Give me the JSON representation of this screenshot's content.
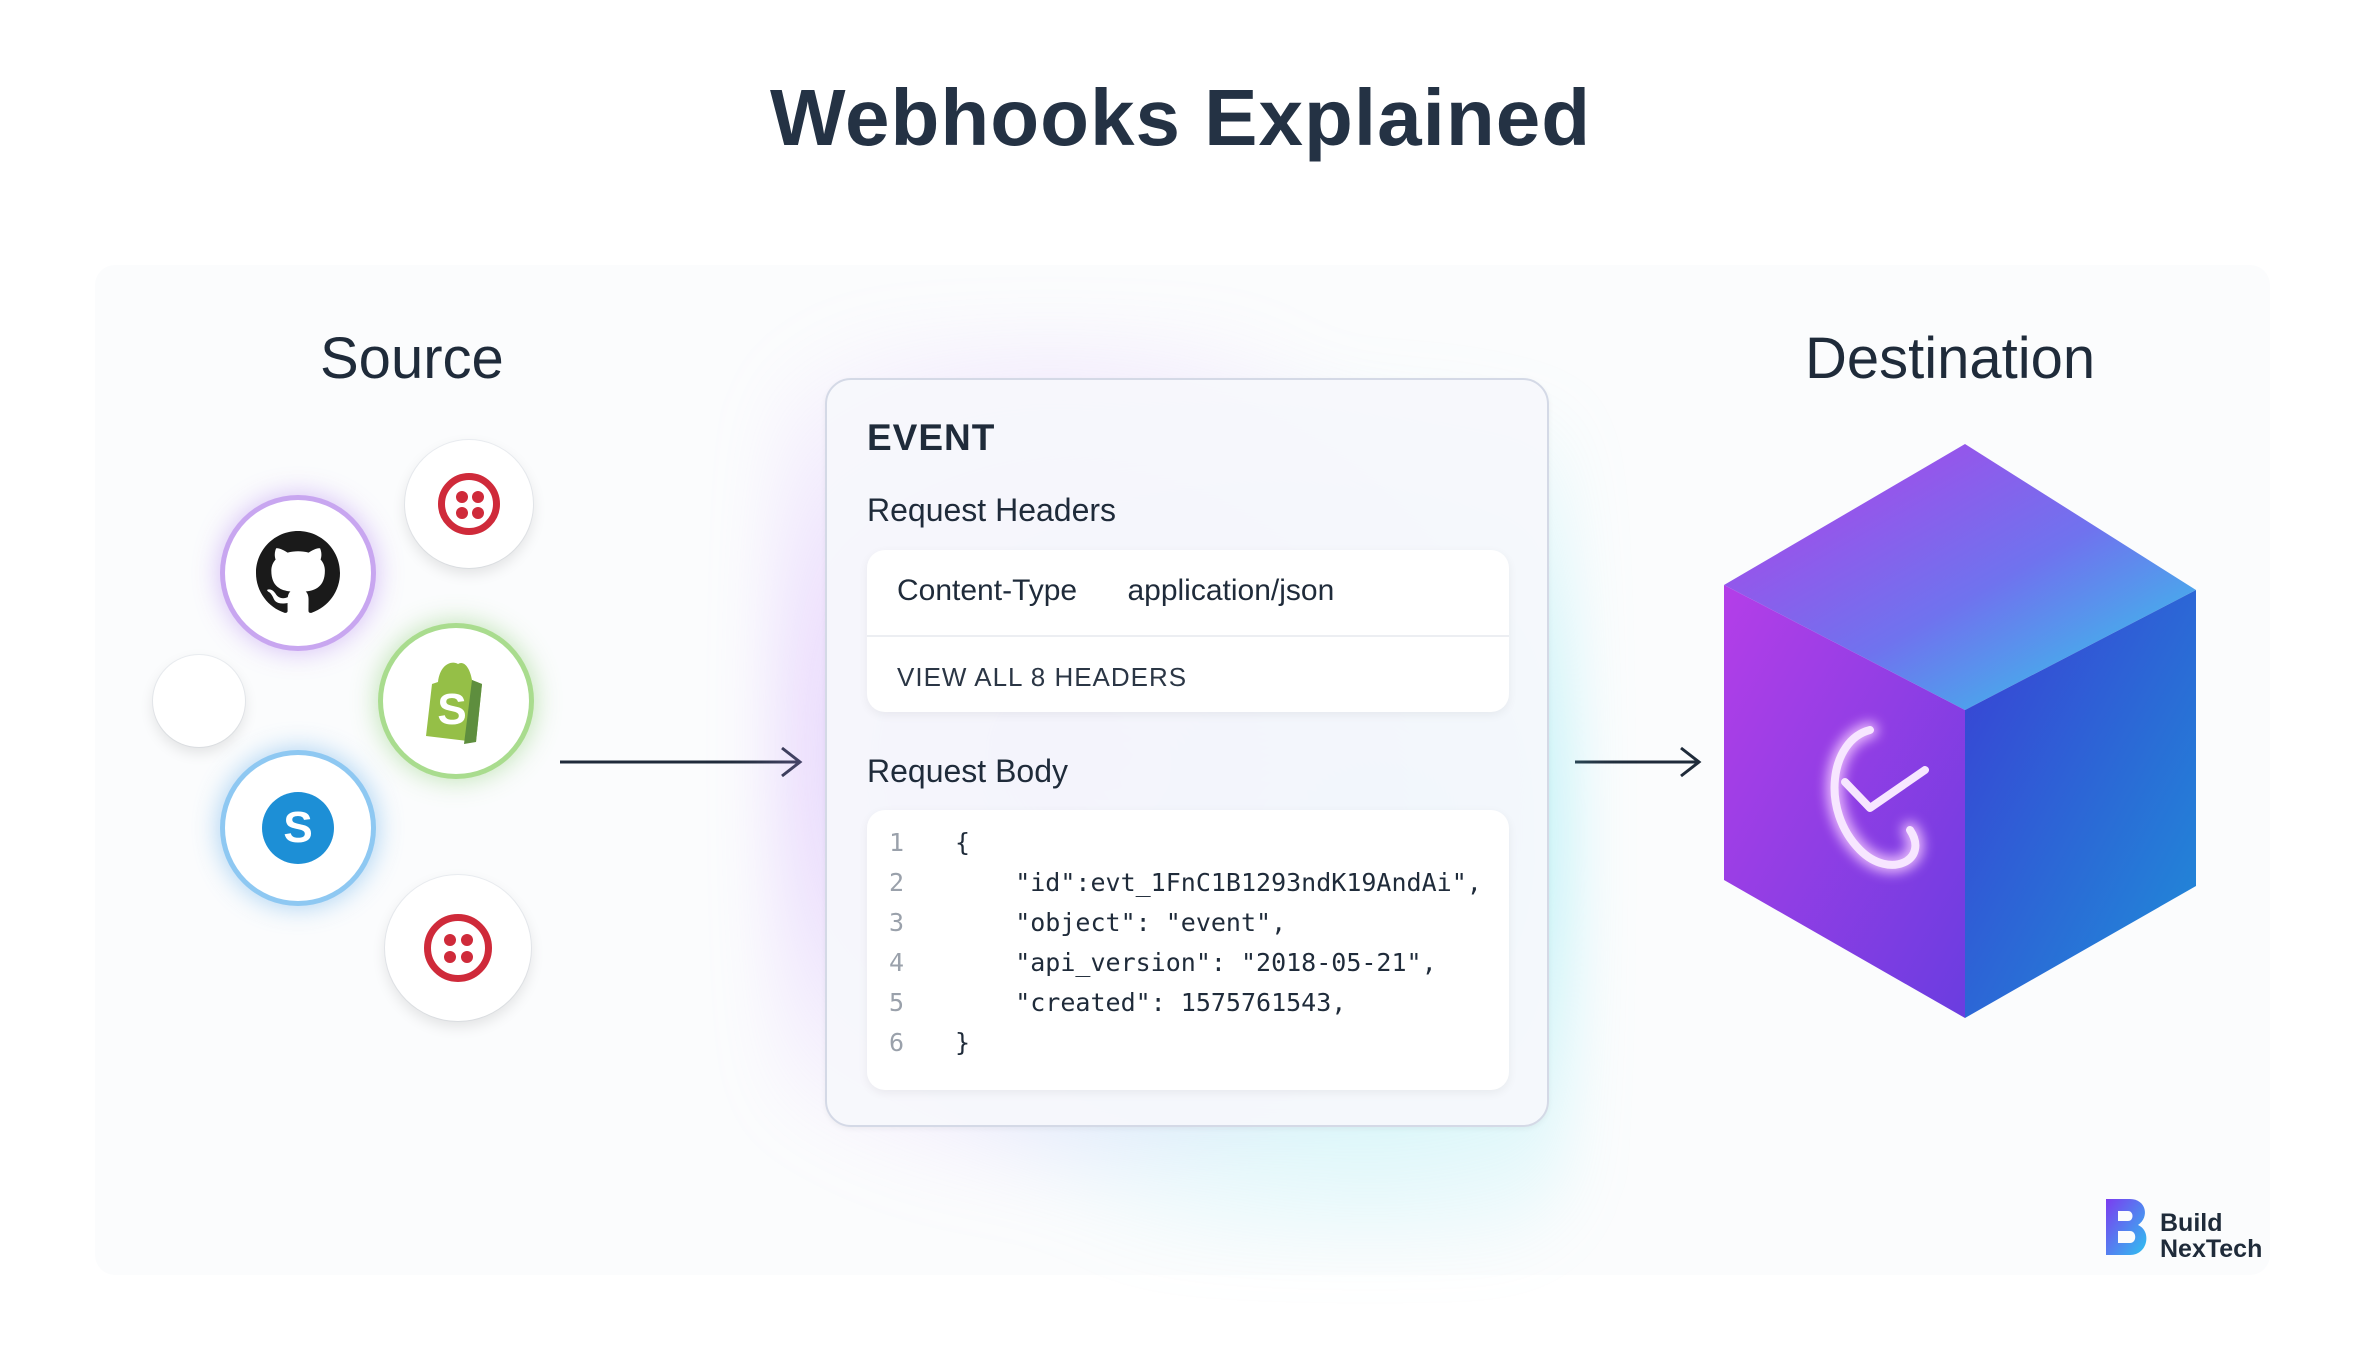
{
  "title": "Webhooks Explained",
  "source": {
    "label": "Source",
    "icons": [
      "twilio-icon",
      "github-icon",
      "blank-icon",
      "shopify-icon",
      "stripe-icon",
      "twilio-icon"
    ],
    "stripe_letter": "S",
    "shopify_letter": "S"
  },
  "destination": {
    "label": "Destination",
    "icon": "check-cube-icon"
  },
  "event": {
    "title": "EVENT",
    "request_headers": {
      "label": "Request Headers",
      "key": "Content-Type",
      "value": "application/json",
      "view_all": "VIEW ALL 8 HEADERS"
    },
    "request_body": {
      "label": "Request Body",
      "lines": [
        {
          "n": "1",
          "text": "{"
        },
        {
          "n": "2",
          "text": "    \"id\":evt_1FnC1B1293ndK19AndAi\","
        },
        {
          "n": "3",
          "text": "    \"object\": \"event\","
        },
        {
          "n": "4",
          "text": "    \"api_version\": \"2018-05-21\","
        },
        {
          "n": "5",
          "text": "    \"created\": 1575761543,"
        },
        {
          "n": "6",
          "text": "}"
        }
      ]
    }
  },
  "brand": {
    "line1": "Build",
    "line2": "NexTech"
  }
}
